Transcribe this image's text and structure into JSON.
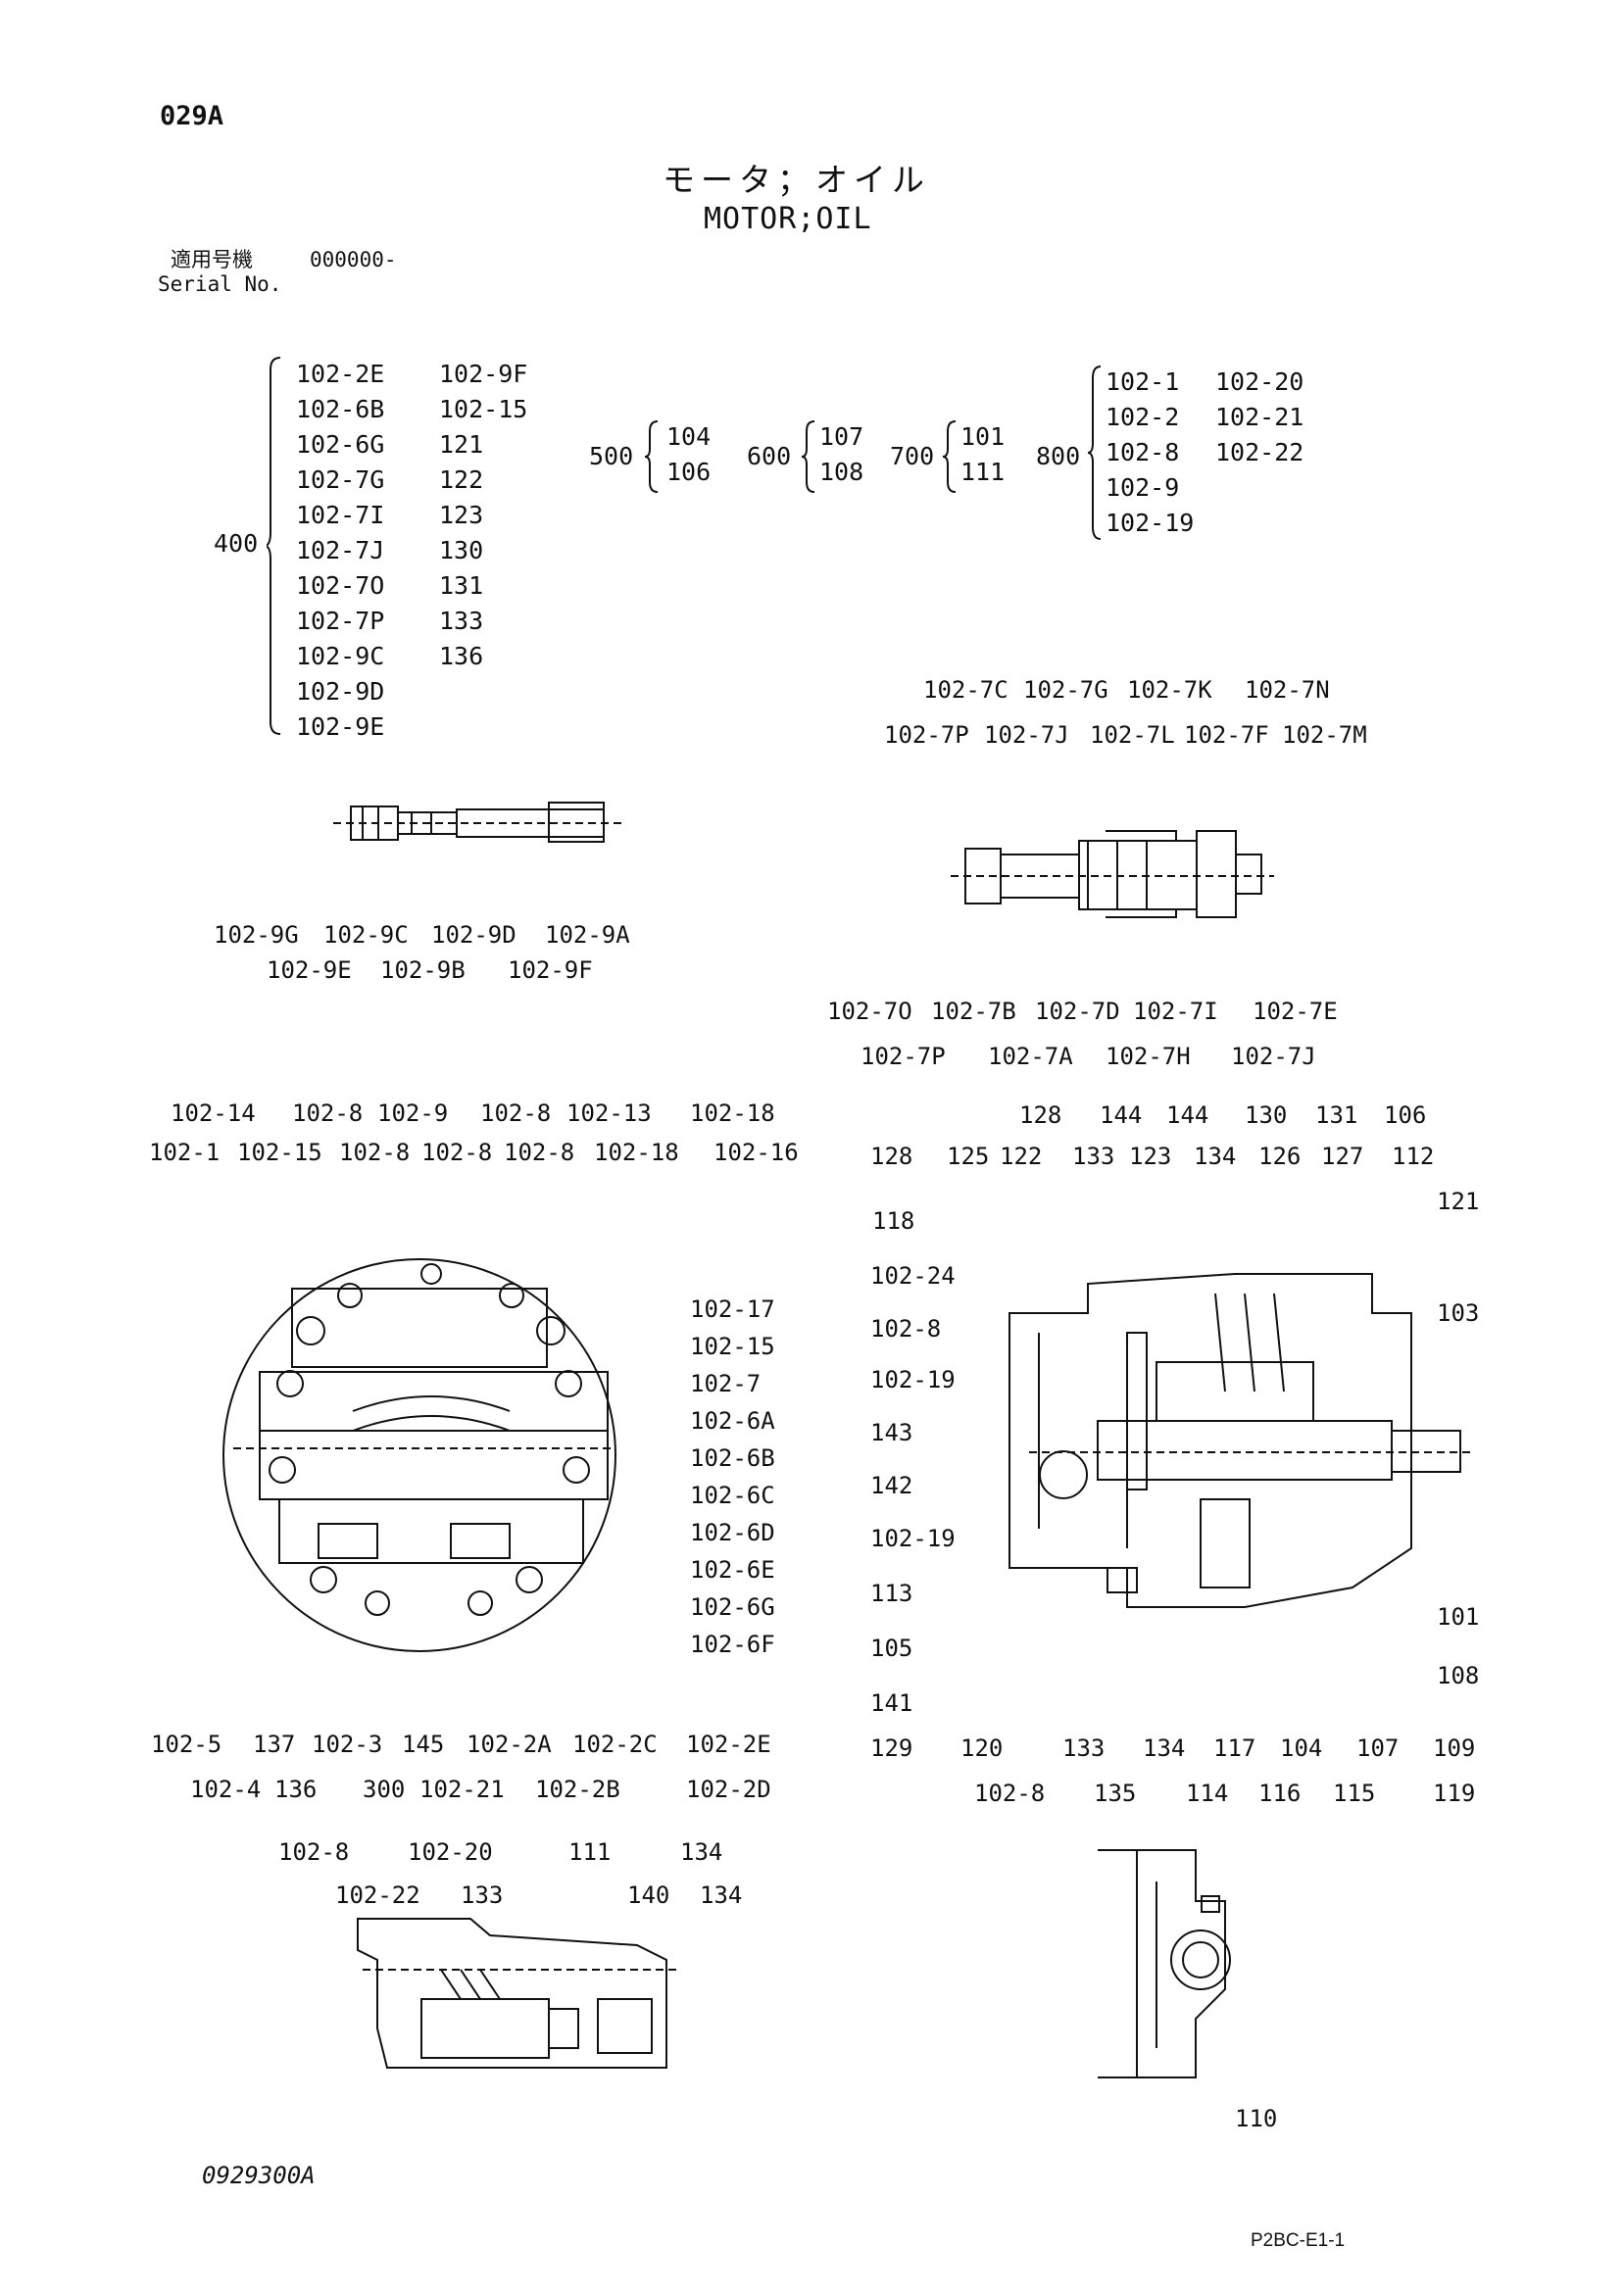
{
  "page_code": "029A",
  "title_jp": "モータ；オイル",
  "title_en": "MOTOR;OIL",
  "serial": {
    "label_jp": "適用号機",
    "label_en": "Serial No.",
    "value": "000000-"
  },
  "kits": {
    "k400": {
      "id": "400",
      "col1": [
        "102-2E",
        "102-6B",
        "102-6G",
        "102-7G",
        "102-7I",
        "102-7J",
        "102-7O",
        "102-7P",
        "102-9C",
        "102-9D",
        "102-9E"
      ],
      "col2": [
        "102-9F",
        "102-15",
        "121",
        "122",
        "123",
        "130",
        "131",
        "133",
        "136"
      ]
    },
    "k500": {
      "id": "500",
      "items": [
        "104",
        "106"
      ]
    },
    "k600": {
      "id": "600",
      "items": [
        "107",
        "108"
      ]
    },
    "k700": {
      "id": "700",
      "items": [
        "101",
        "111"
      ]
    },
    "k800": {
      "id": "800",
      "col1": [
        "102-1",
        "102-2",
        "102-8",
        "102-9",
        "102-19"
      ],
      "col2": [
        "102-20",
        "102-21",
        "102-22"
      ]
    }
  },
  "callouts": {
    "d1": [
      "102-9G",
      "102-9C",
      "102-9D",
      "102-9A",
      "102-9E",
      "102-9B",
      "102-9F"
    ],
    "d2": [
      "102-7C",
      "102-7G",
      "102-7K",
      "102-7N",
      "102-7P",
      "102-7J",
      "102-7L",
      "102-7F",
      "102-7M",
      "102-7O",
      "102-7B",
      "102-7D",
      "102-7I",
      "102-7E",
      "102-7P",
      "102-7A",
      "102-7H",
      "102-7J"
    ],
    "d3": [
      "102-14",
      "102-8",
      "102-9",
      "102-8",
      "102-13",
      "102-18",
      "102-1",
      "102-15",
      "102-8",
      "102-8",
      "102-8",
      "102-18",
      "102-16",
      "102-17",
      "102-15",
      "102-7",
      "102-6A",
      "102-6B",
      "102-6C",
      "102-6D",
      "102-6E",
      "102-6G",
      "102-6F",
      "102-5",
      "137",
      "102-3",
      "145",
      "102-2A",
      "102-2C",
      "102-2E",
      "102-4",
      "136",
      "300",
      "102-21",
      "102-2B",
      "102-2D"
    ],
    "d4": [
      "128",
      "144",
      "144",
      "130",
      "131",
      "106",
      "128",
      "125",
      "122",
      "133",
      "123",
      "134",
      "126",
      "127",
      "112",
      "121",
      "118",
      "102-24",
      "103",
      "102-8",
      "102-19",
      "143",
      "142",
      "102-19",
      "113",
      "101",
      "105",
      "108",
      "141",
      "129",
      "120",
      "133",
      "134",
      "117",
      "104",
      "107",
      "109",
      "102-8",
      "135",
      "114",
      "116",
      "115",
      "119"
    ],
    "d5": [
      "102-8",
      "102-20",
      "111",
      "134",
      "102-22",
      "133",
      "140",
      "134"
    ],
    "d6": [
      "110"
    ]
  },
  "figure_code": "0929300A",
  "sheet_code": "P2BC-E1-1"
}
